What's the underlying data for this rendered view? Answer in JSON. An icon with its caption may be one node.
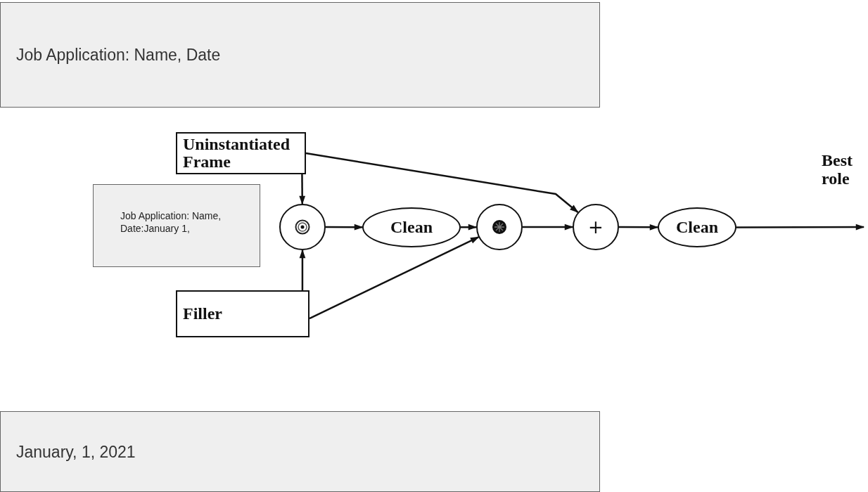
{
  "diagram": {
    "nodes": [
      {
        "text": [
          "Job Application: Name, Date"
        ]
      },
      {
        "text": [
          "Uninstantiated Frame"
        ]
      },
      {
        "text": [
          "Job Application: Name, Date:January 1,"
        ]
      },
      {
        "text": [],
        "shape": "circle"
      },
      {
        "text": [
          "Clean"
        ]
      },
      {
        "text": [],
        "shape": "circle"
      },
      {
        "text": [
          "+"
        ]
      },
      {
        "text": [
          "Clean"
        ]
      },
      {
        "text": [
          "Filler"
        ]
      },
      {
        "text": [
          "January, 1, 2021"
        ]
      }
    ],
    "edges": [
      {
        "from": 1,
        "to": 3,
        "arrow": "to"
      },
      {
        "from": 8,
        "to": 3,
        "arrow": "to"
      },
      {
        "from": 3,
        "to": 4,
        "arrow": "to"
      },
      {
        "from": 4,
        "to": 5,
        "arrow": "to"
      },
      {
        "from": 8,
        "to": 5,
        "arrow": "to"
      },
      {
        "from": 5,
        "to": 6,
        "arrow": "to"
      },
      {
        "from": 1,
        "to": 6,
        "arrow": "to"
      },
      {
        "from": 6,
        "to": 7,
        "arrow": "to"
      },
      {
        "from": 7,
        "to": null,
        "arrow": "to",
        "label": "Best role"
      }
    ]
  }
}
